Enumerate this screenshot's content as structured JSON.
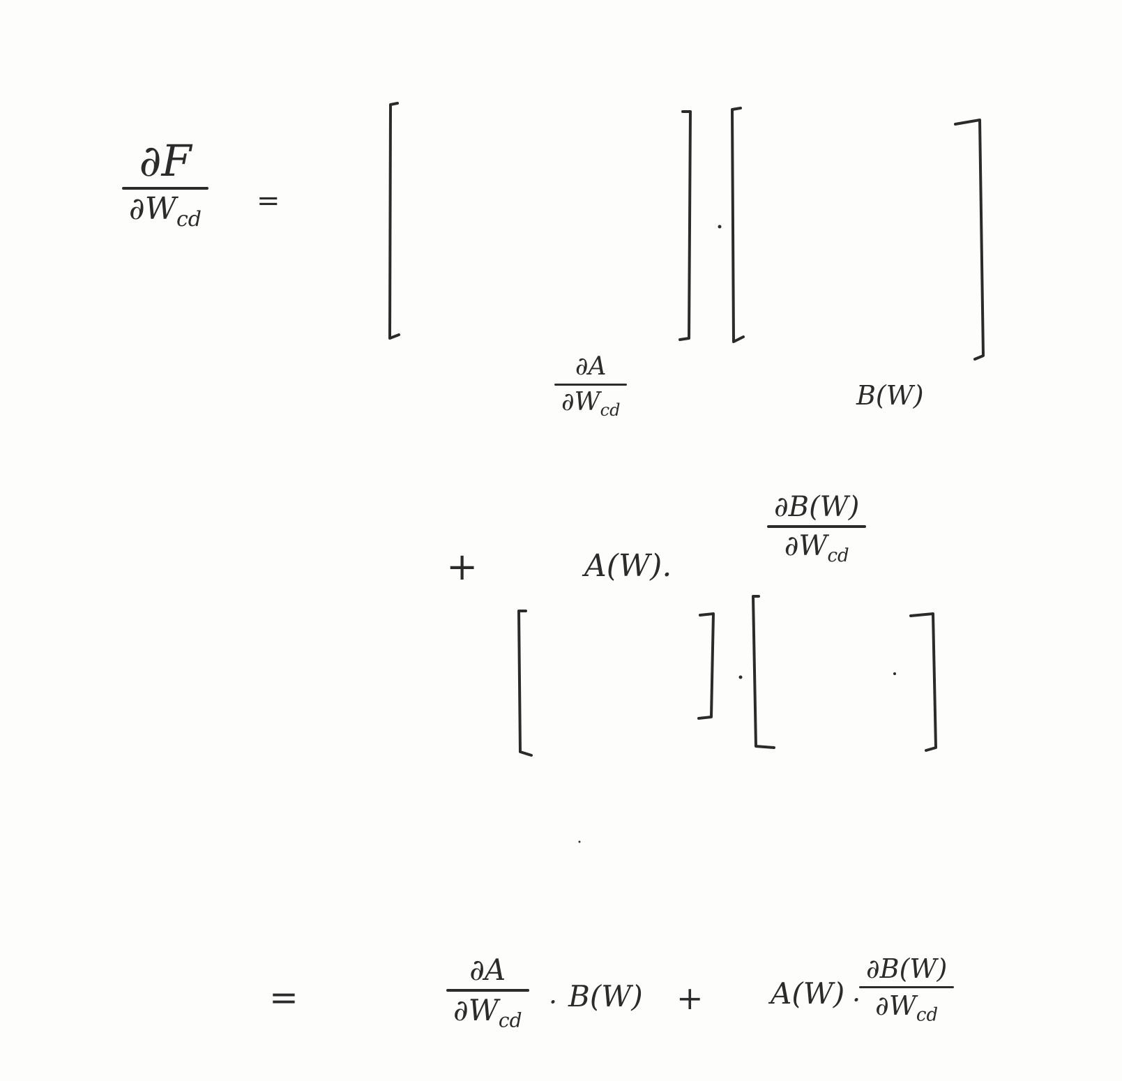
{
  "lhs": {
    "numerator": "∂F",
    "denominator": "∂W",
    "denominator_sub": "cd",
    "equals": "="
  },
  "line1": {
    "label_left": {
      "numerator": "∂A",
      "denominator": "∂W",
      "denominator_sub": "cd"
    },
    "label_right": "B(W)"
  },
  "line2": {
    "plus": "+",
    "left_factor": "A(W).",
    "right_factor": {
      "numerator": "∂B(W)",
      "denominator": "∂W",
      "denominator_sub": "cd"
    }
  },
  "result": {
    "equals": "=",
    "term1": {
      "numerator": "∂A",
      "denominator": "∂W",
      "denominator_sub": "cd"
    },
    "dot": "·",
    "b_of_w": "B(W)",
    "plus": "+",
    "a_of_w": "A(W)",
    "dot2": "·",
    "term2": {
      "numerator": "∂B(W)",
      "denominator": "∂W",
      "denominator_sub": "cd"
    }
  },
  "ink_color": "#2b2b2b",
  "paper_color": "#fdfdfc"
}
